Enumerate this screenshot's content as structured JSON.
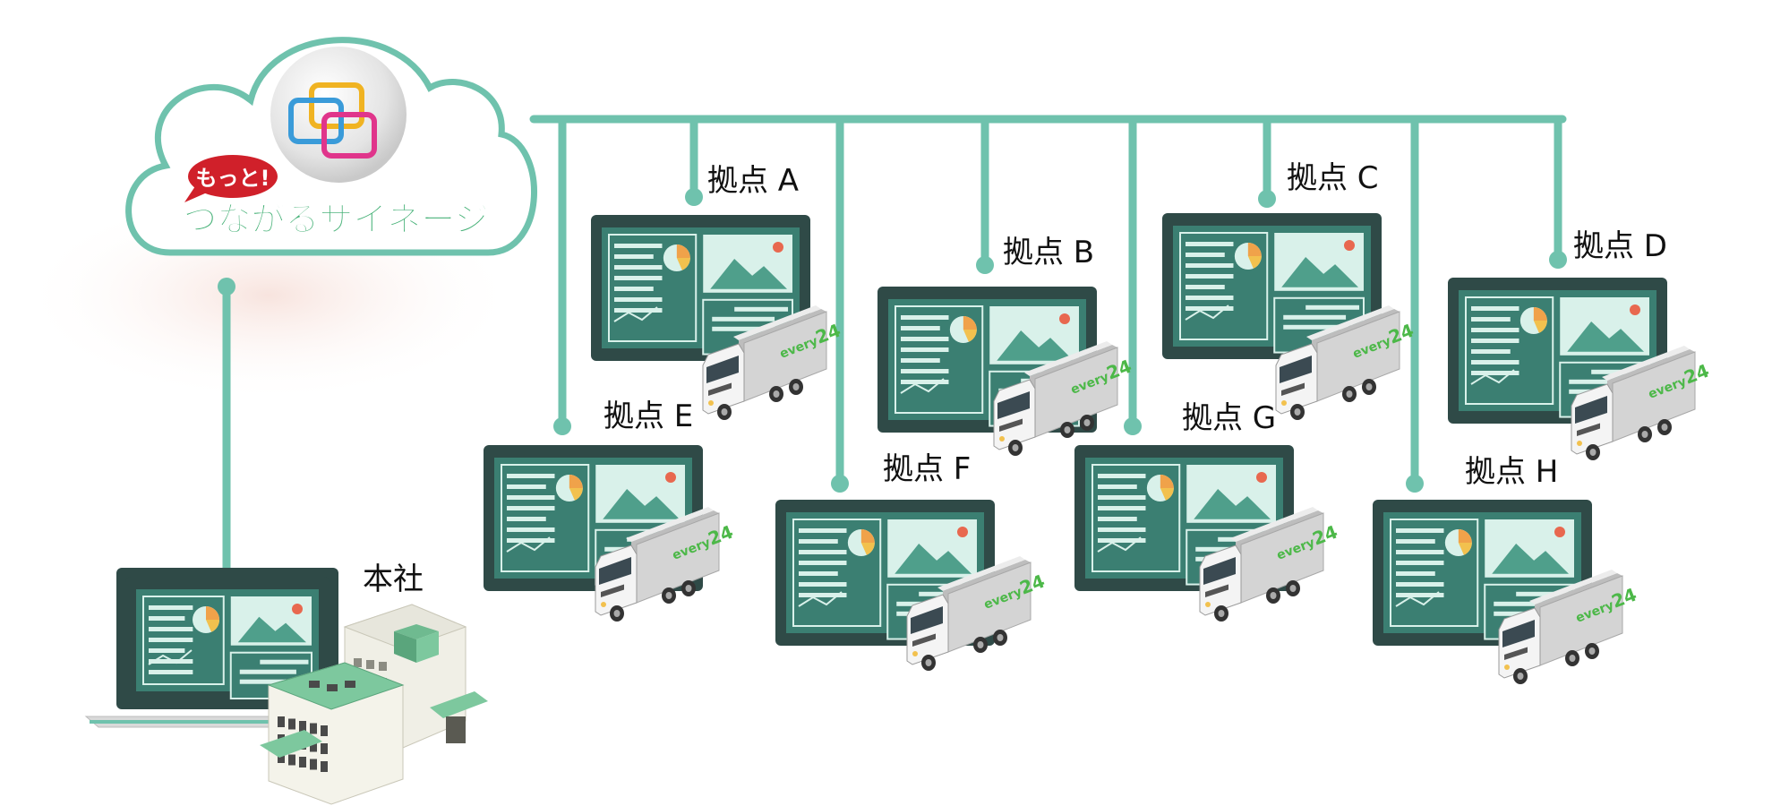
{
  "brand": {
    "badge": "もっと!",
    "name": "つながるサイネージ",
    "badge_color": "#d0202a",
    "name_color": "#3fae72"
  },
  "colors": {
    "line": "#6fc2ad",
    "screen_frame": "#2f4a47",
    "screen_bg": "#3b7f72",
    "panel": "#d9f1ea",
    "truck_logo": "#4cb848"
  },
  "headquarters": {
    "label": "本社"
  },
  "sites": [
    {
      "id": "A",
      "label": "拠点 A"
    },
    {
      "id": "B",
      "label": "拠点 B"
    },
    {
      "id": "C",
      "label": "拠点 C"
    },
    {
      "id": "D",
      "label": "拠点 D"
    },
    {
      "id": "E",
      "label": "拠点 E"
    },
    {
      "id": "F",
      "label": "拠点 F"
    },
    {
      "id": "G",
      "label": "拠点 G"
    },
    {
      "id": "H",
      "label": "拠点 H"
    }
  ],
  "truck": {
    "logo_text": "every",
    "logo_number": "24"
  }
}
